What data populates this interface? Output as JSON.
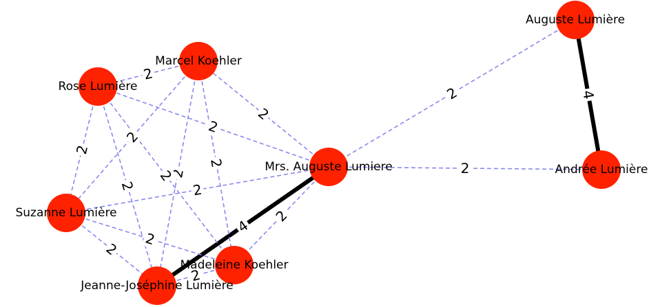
{
  "graph": {
    "node_color": "#ff2200",
    "label_color": "#000000",
    "weak_edge_color": "#8888ee",
    "strong_edge_color": "#000000",
    "nodes": [
      {
        "id": "auguste",
        "label": "Auguste Lumière"
      },
      {
        "id": "andree",
        "label": "Andrée Lumière"
      },
      {
        "id": "mrs_auguste",
        "label": "Mrs. Auguste Lumiere"
      },
      {
        "id": "marcel",
        "label": "Marcel Koehler"
      },
      {
        "id": "rose",
        "label": "Rose Lumière"
      },
      {
        "id": "suzanne",
        "label": "Suzanne Lumière"
      },
      {
        "id": "madeleine",
        "label": "Madeleine Koehler"
      },
      {
        "id": "jeanne",
        "label": "Jeanne-Joséphine Lumière"
      }
    ],
    "edges": [
      {
        "source": "auguste",
        "target": "andree",
        "weight": 4
      },
      {
        "source": "auguste",
        "target": "mrs_auguste",
        "weight": 2
      },
      {
        "source": "mrs_auguste",
        "target": "andree",
        "weight": 2
      },
      {
        "source": "mrs_auguste",
        "target": "jeanne",
        "weight": 4
      },
      {
        "source": "mrs_auguste",
        "target": "madeleine",
        "weight": 2
      },
      {
        "source": "mrs_auguste",
        "target": "marcel",
        "weight": 2
      },
      {
        "source": "mrs_auguste",
        "target": "rose",
        "weight": 2
      },
      {
        "source": "mrs_auguste",
        "target": "suzanne",
        "weight": 2
      },
      {
        "source": "marcel",
        "target": "rose",
        "weight": 2
      },
      {
        "source": "marcel",
        "target": "suzanne",
        "weight": 2
      },
      {
        "source": "marcel",
        "target": "madeleine",
        "weight": 2
      },
      {
        "source": "marcel",
        "target": "jeanne",
        "weight": 2
      },
      {
        "source": "rose",
        "target": "suzanne",
        "weight": 2
      },
      {
        "source": "rose",
        "target": "jeanne",
        "weight": 2
      },
      {
        "source": "rose",
        "target": "madeleine",
        "weight": 2
      },
      {
        "source": "suzanne",
        "target": "jeanne",
        "weight": 2
      },
      {
        "source": "suzanne",
        "target": "madeleine",
        "weight": 2
      },
      {
        "source": "jeanne",
        "target": "madeleine",
        "weight": 2
      }
    ]
  }
}
